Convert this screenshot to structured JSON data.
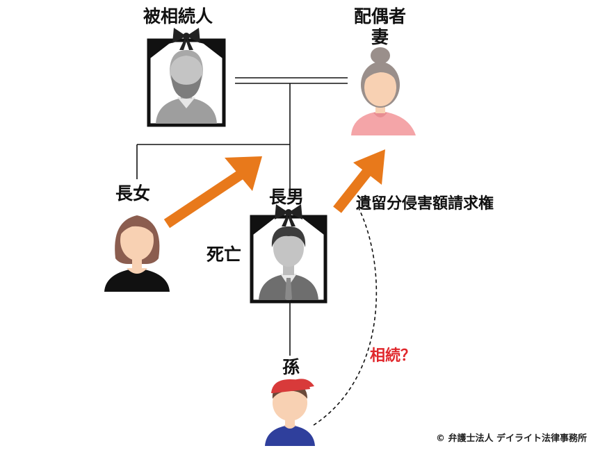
{
  "people": {
    "deceased_parent": {
      "label": "被相続人"
    },
    "spouse": {
      "label_line1": "配偶者",
      "label_line2": "妻"
    },
    "eldest_daughter": {
      "label": "長女"
    },
    "eldest_son": {
      "label": "長男",
      "status": "死亡"
    },
    "grandchild": {
      "label": "孫"
    }
  },
  "annotations": {
    "claim_right": "遺留分侵害額請求権",
    "inheritance_question": "相続？"
  },
  "copyright": "© 弁護士法人 デイライト法律事務所",
  "colors": {
    "arrow": "#e8791b",
    "question_text": "#e0262b",
    "frame": "#111111",
    "mourning_ribbon": "#222222",
    "spouse_hair": "#9a8f8b",
    "spouse_shirt": "#f4a5a8",
    "skin": "#f8d1b3",
    "daughter_hair": "#8b5d4f",
    "grandchild_cap": "#d83a3a",
    "grandchild_shirt": "#2f3f9c"
  },
  "icons": {
    "parent_portrait": "bearded-man-memorial-portrait-icon",
    "son_portrait": "man-in-suit-memorial-portrait-icon",
    "spouse": "woman-with-bun-icon",
    "daughter": "woman-long-hair-icon",
    "grandchild": "boy-with-cap-icon"
  }
}
